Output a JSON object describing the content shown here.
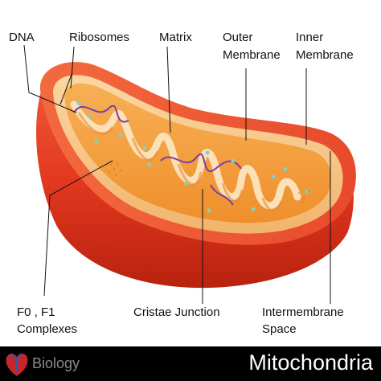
{
  "labels": {
    "dna": "DNA",
    "ribosomes": "Ribosomes",
    "matrix": "Matrix",
    "outer_membrane_1": "Outer",
    "outer_membrane_2": "Membrane",
    "inner_membrane_1": "Inner",
    "inner_membrane_2": "Membrane",
    "f0f1_1": "F0 , F1",
    "f0f1_2": "Complexes",
    "cristae_junction": "Cristae Junction",
    "intermembrane_1": "Intermembrane",
    "intermembrane_2": "Space"
  },
  "footer": {
    "brand": "Biology",
    "title": "Mitochondria"
  },
  "colors": {
    "outer_membrane": "#e8402a",
    "inner_membrane": "#f7c98e",
    "matrix": "#f59a3b",
    "dna": "#7b3fa0",
    "ribosome": "#7fd3c4",
    "footer_bg": "#000000"
  }
}
